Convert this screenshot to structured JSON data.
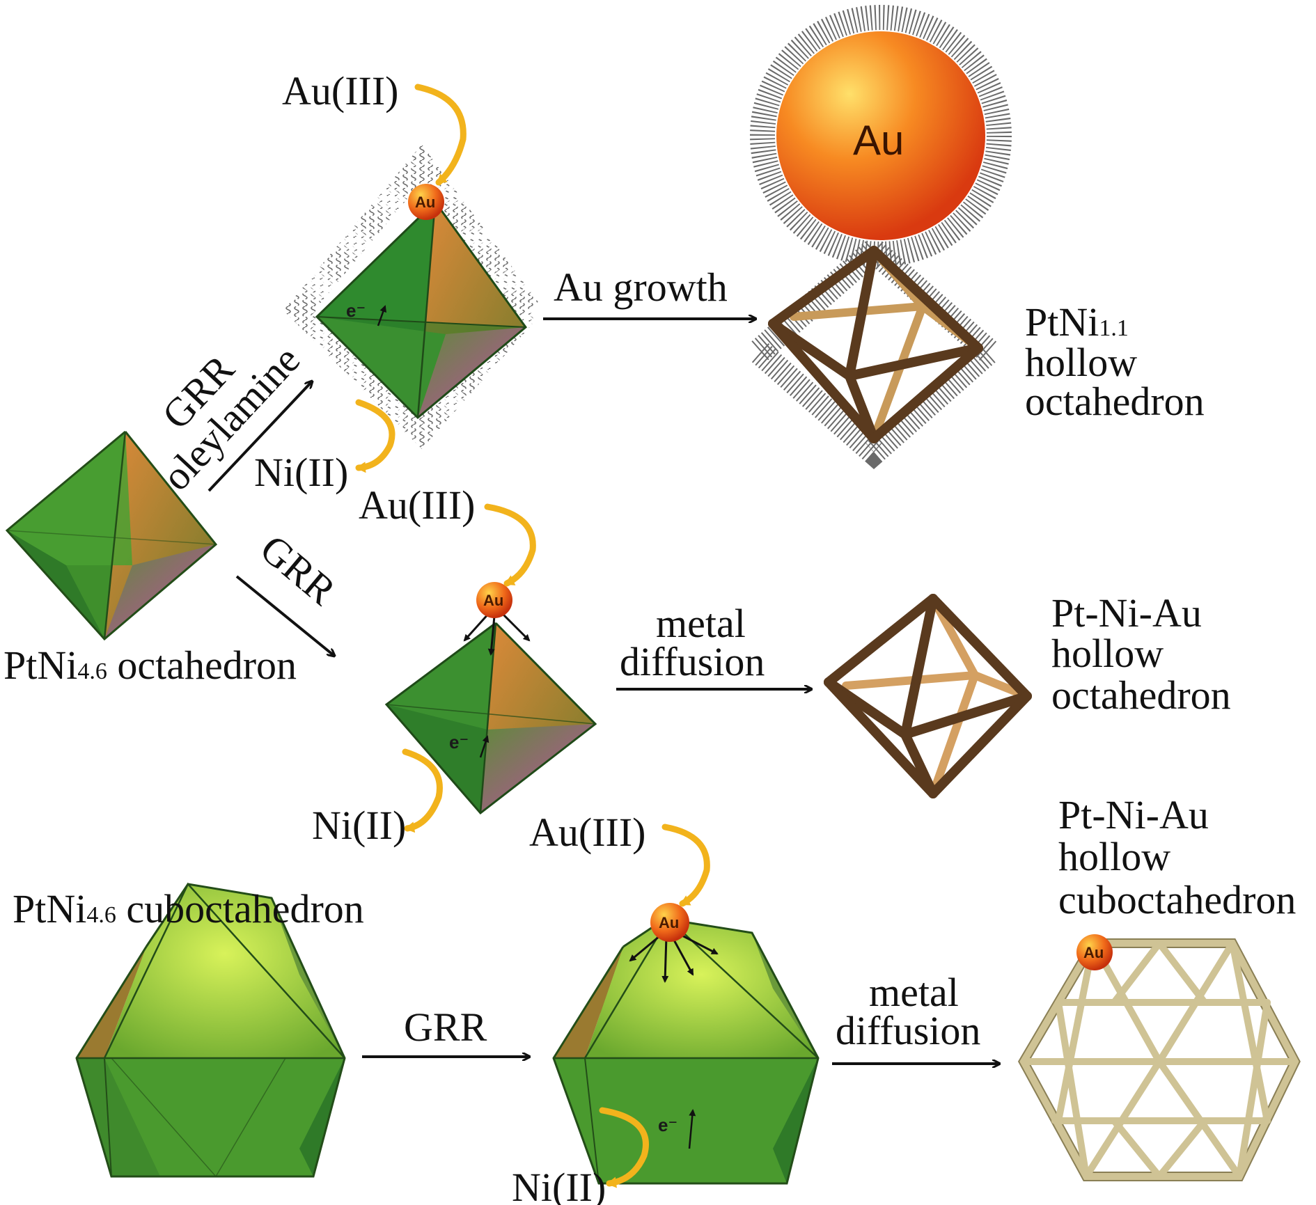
{
  "labels": {
    "au3_top": "Au(III)",
    "au3_mid": "Au(III)",
    "au3_bot": "Au(III)",
    "ni2_top": "Ni(II)",
    "ni2_mid": "Ni(II)",
    "ni2_bot": "Ni(II)",
    "grr_top": "GRR",
    "oleylamine": "oleylamine",
    "grr_mid": "GRR",
    "grr_bot": "GRR",
    "au_growth": "Au growth",
    "metal_mid": "metal",
    "diffusion_mid": "diffusion",
    "metal_bot": "metal",
    "diffusion_bot": "diffusion",
    "ptni_oct_base": "PtNi",
    "ptni_oct_sub": "4.6",
    "ptni_oct_rest": " octahedron",
    "ptni_cubo_base": "PtNi",
    "ptni_cubo_sub": "4.6",
    "ptni_cubo_rest": " cuboctahedron",
    "ptni11_base": "PtNi",
    "ptni11_sub": "1.1",
    "hollow1": "hollow",
    "octahedron1": "octahedron",
    "ptniau_1": "Pt-Ni-Au",
    "hollow2": "hollow",
    "octahedron2": "octahedron",
    "ptniau_2": "Pt-Ni-Au",
    "hollow3": "hollow",
    "cuboctahedron3": "cuboctahedron",
    "au_sphere": "Au",
    "au_particle": "Au",
    "electron": "e⁻"
  },
  "colors": {
    "green_light": "#8fcf3a",
    "green": "#4a9a2e",
    "green_dark": "#2f7a2a",
    "orange_face": "#c98a3a",
    "magenta_face": "#b04aa0",
    "au_orange": "#e8501a",
    "au_yellow": "#ffd23a",
    "arrow_gold": "#f2b31c",
    "frame_brown": "#6b4a2a",
    "frame_tan": "#c89a5a",
    "frame_khaki": "#b9ad7c",
    "ligand": "#555555"
  }
}
